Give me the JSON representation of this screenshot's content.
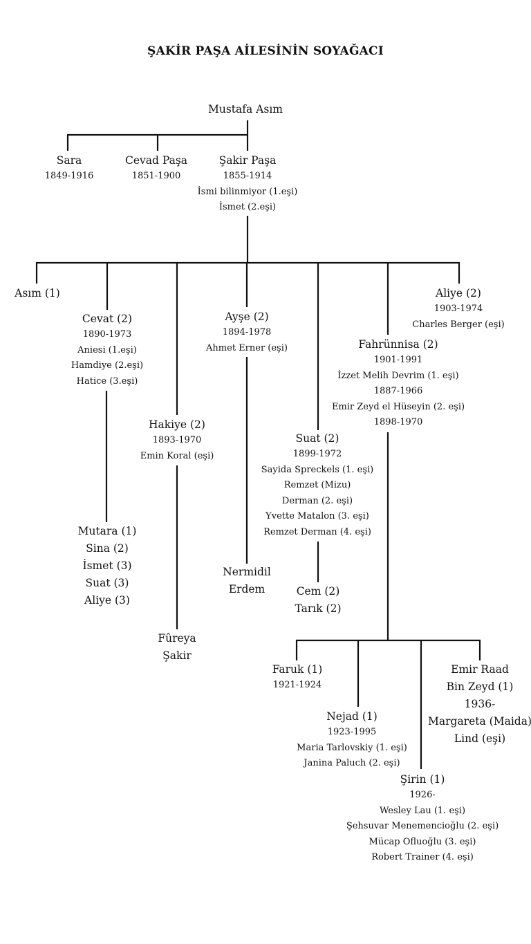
{
  "title": "ŞAKİR PAŞA AİLESİNİN SOYAĞACI",
  "nodes": {
    "mustafa": {
      "name": "Mustafa Asım",
      "lines": []
    },
    "sara": {
      "name": "Sara",
      "lines": [
        "1849-1916"
      ]
    },
    "cevad": {
      "name": "Cevad Paşa",
      "lines": [
        "1851-1900"
      ]
    },
    "sakir": {
      "name": "Şakir Paşa",
      "lines": [
        "1855-1914",
        "İsmi bilinmiyor (1.eşi)",
        "İsmet (2.eşi)"
      ]
    },
    "asim": {
      "name": "Asım (1)",
      "lines": []
    },
    "cevat": {
      "name": "Cevat (2)",
      "lines": [
        "1890-1973",
        "Aniesi (1.eşi)",
        "Hamdiye (2.eşi)",
        "Hatice (3.eşi)"
      ]
    },
    "hakiye": {
      "name": "Hakiye (2)",
      "lines": [
        "1893-1970",
        "Emin Koral (eşi)"
      ]
    },
    "ayse": {
      "name": "Ayşe (2)",
      "lines": [
        "1894-1978",
        "Ahmet Erner (eşi)"
      ]
    },
    "suat": {
      "name": "Suat (2)",
      "lines": [
        "1899-1972",
        "Sayida Spreckels (1. eşi)",
        "Remzet (Mizu)",
        "Derman (2. eşi)",
        "Yvette Matalon (3. eşi)",
        "Remzet Derman (4. eşi)"
      ]
    },
    "fahrunnisa": {
      "name": "Fahrünnisa (2)",
      "lines": [
        "1901-1991",
        "İzzet Melih Devrim (1. eşi)",
        "1887-1966",
        "Emir Zeyd el Hüseyin (2. eşi)",
        "1898-1970"
      ]
    },
    "aliye": {
      "name": "Aliye (2)",
      "lines": [
        "1903-1974",
        "Charles Berger (eşi)"
      ]
    },
    "cevat_kids": {
      "name": "",
      "lines": [
        "Mutara (1)",
        "Sina (2)",
        "İsmet (3)",
        "Suat (3)",
        "Aliye (3)"
      ]
    },
    "hakiye_kids": {
      "name": "",
      "lines": [
        "Fûreya",
        "Şakir"
      ]
    },
    "ayse_kids": {
      "name": "",
      "lines": [
        "Nermidil",
        "Erdem"
      ]
    },
    "suat_kids": {
      "name": "",
      "lines": [
        "Cem (2)",
        "Tarık (2)"
      ]
    },
    "faruk": {
      "name": "Faruk (1)",
      "lines": [
        "1921-1924"
      ]
    },
    "nejad": {
      "name": "Nejad (1)",
      "lines": [
        "1923-1995",
        "Maria Tarlovskiy (1. eşi)",
        "Janina Paluch (2. eşi)"
      ]
    },
    "sirin": {
      "name": "Şirin (1)",
      "lines": [
        "1926-",
        "Wesley Lau (1. eşi)",
        "Şehsuvar Menemencioğlu (2. eşi)",
        "Mücap Ofluoğlu (3. eşi)",
        "Robert Trainer (4. eşi)"
      ]
    },
    "emir": {
      "name": "",
      "lines": [
        "Emir Raad",
        "Bin Zeyd (1)",
        "1936-",
        "Margareta (Maida)",
        "Lind (eşi)"
      ]
    }
  },
  "colors": {
    "line": "#111111",
    "text": "#111111",
    "background": "#ffffff"
  }
}
